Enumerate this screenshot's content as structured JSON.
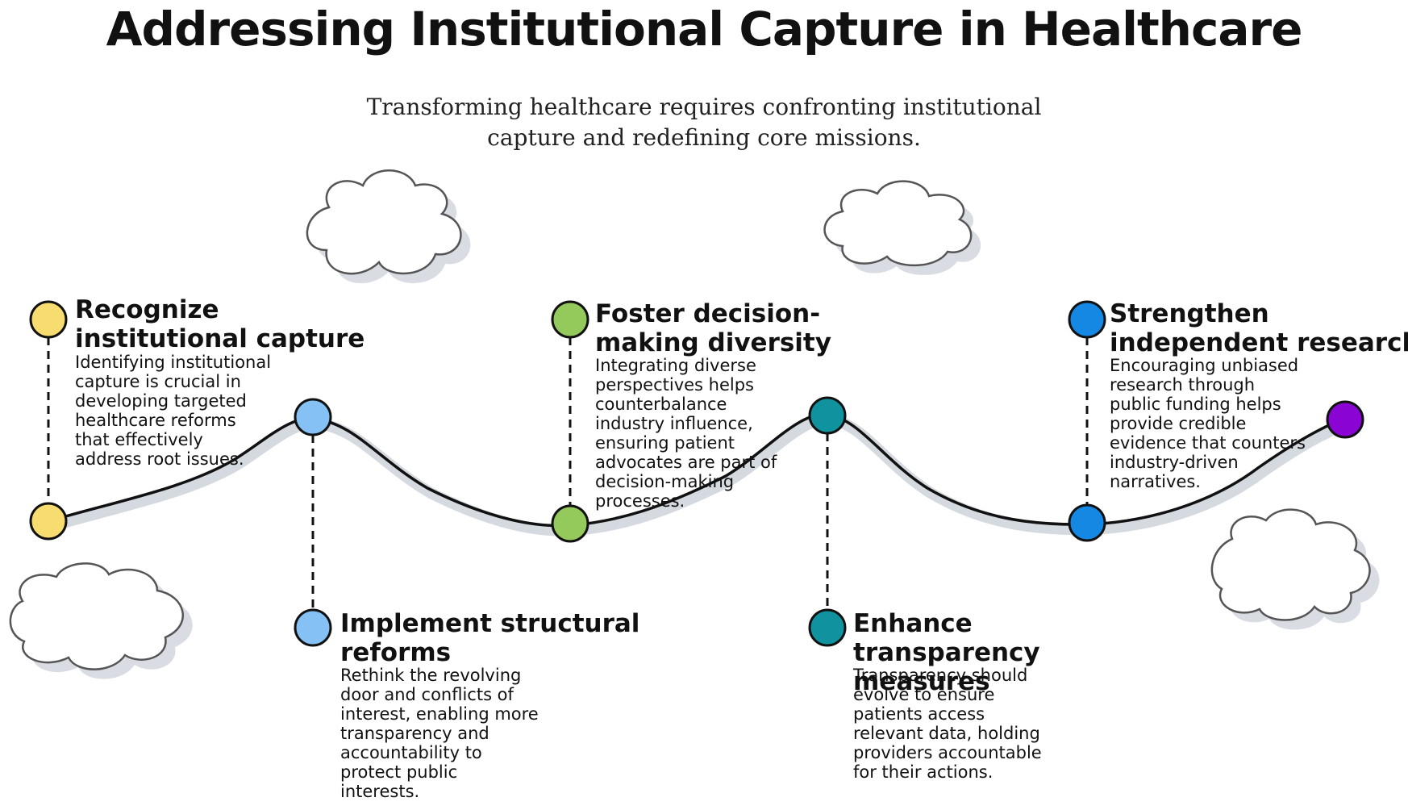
{
  "header": {
    "title": "Addressing Institutional Capture in Healthcare",
    "subtitle_line1": "Transforming healthcare requires confronting institutional",
    "subtitle_line2": "capture and redefining core missions."
  },
  "colors": {
    "yellow": "#f7dc6f",
    "light_blue": "#85c1f5",
    "green": "#94c95c",
    "teal": "#10939e",
    "blue": "#1488e2",
    "purple": "#8a05d4",
    "path": "#111111",
    "path_shadow": "#d5d9e0",
    "cloud_fill": "#ffffff",
    "cloud_stroke": "#555555",
    "cloud_shadow": "#d9dde3"
  },
  "steps": [
    {
      "title_line1": "Recognize",
      "title_line2": "institutional capture",
      "desc": [
        "Identifying institutional",
        "capture is crucial in",
        "developing targeted",
        "healthcare reforms",
        "that effectively",
        "address root issues."
      ]
    },
    {
      "title_line1": "Implement structural",
      "title_line2": "reforms",
      "desc": [
        "Rethink the revolving",
        "door and conflicts of",
        "interest, enabling more",
        "transparency and",
        "accountability to",
        "protect public",
        "interests."
      ]
    },
    {
      "title_line1": "Foster decision-",
      "title_line2": "making diversity",
      "desc": [
        "Integrating diverse",
        "perspectives helps",
        "counterbalance",
        "industry influence,",
        "ensuring patient",
        "advocates are part of",
        "decision-making",
        "processes."
      ]
    },
    {
      "title_line1": "Enhance",
      "title_line2": "transparency",
      "title_line3": "measures",
      "desc": [
        "Transparency should",
        "evolve to ensure",
        "patients access",
        "relevant data, holding",
        "providers accountable",
        "for their actions."
      ]
    },
    {
      "title_line1": "Strengthen",
      "title_line2": "independent research",
      "desc": [
        "Encouraging unbiased",
        "research through",
        "public funding helps",
        "provide credible",
        "evidence that counters",
        "industry-driven",
        "narratives."
      ]
    }
  ]
}
